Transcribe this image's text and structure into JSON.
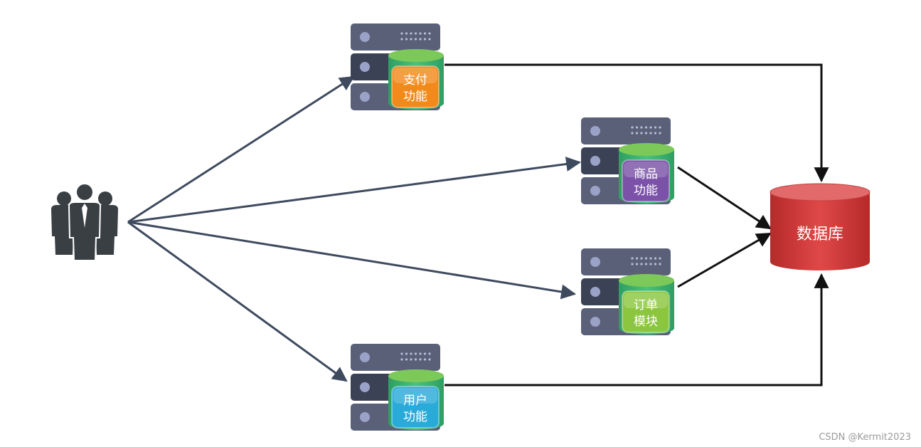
{
  "services": [
    {
      "id": "payment",
      "line1": "支付",
      "line2": "功能",
      "color": "#f28a1b"
    },
    {
      "id": "product",
      "line1": "商品",
      "line2": "功能",
      "color": "#7b52a8"
    },
    {
      "id": "order",
      "line1": "订单",
      "line2": "模块",
      "color": "#8cc63f"
    },
    {
      "id": "user",
      "line1": "用户",
      "line2": "功能",
      "color": "#2aaad8"
    }
  ],
  "database": {
    "label": "数据库",
    "color": "#d03a3a"
  },
  "watermark": "CSDN @Kermit2023"
}
